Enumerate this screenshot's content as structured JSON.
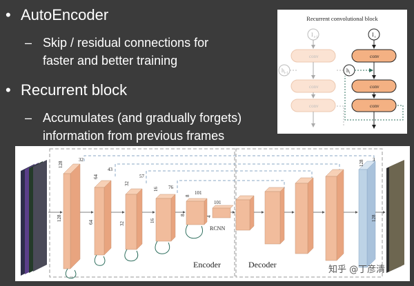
{
  "slide": {
    "bullets": [
      {
        "text": "AutoEncoder",
        "sub": "Skip / residual connections for faster and better training",
        "sub_lines": [
          "Skip / residual connections for",
          "faster and better training"
        ]
      },
      {
        "text": "Recurrent block",
        "sub": "Accumulates (and gradually forgets) information from previous frames",
        "sub_lines": [
          "Accumulates (and gradually forgets)",
          "information from previous frames"
        ]
      }
    ],
    "bullet_symbol": "•",
    "dash_symbol": "–"
  },
  "recurrent_block": {
    "title": "Recurrent convolutional block",
    "input_label": "I",
    "input_sub": "t",
    "input_prev_label": "I",
    "input_prev_sub": "t-1",
    "hidden_label": "h",
    "hidden_sub": "t",
    "hidden_prev_label": "h",
    "hidden_prev_sub": "t-1",
    "conv_label": "conv",
    "conv_color": "#f4b183",
    "conv_faded_color": "#fbe3d3"
  },
  "network": {
    "encoder_label": "Encoder",
    "decoder_label": "Decoder",
    "rcnn_label": "RCNN",
    "block_color": "#f1bc9c",
    "output_color": "#bdd3e6",
    "dims": [
      "128",
      "32",
      "64",
      "43",
      "32",
      "57",
      "16",
      "76",
      "8",
      "101",
      "4",
      "101",
      "128",
      "3"
    ]
  },
  "watermark": "知乎 @丁彦清"
}
